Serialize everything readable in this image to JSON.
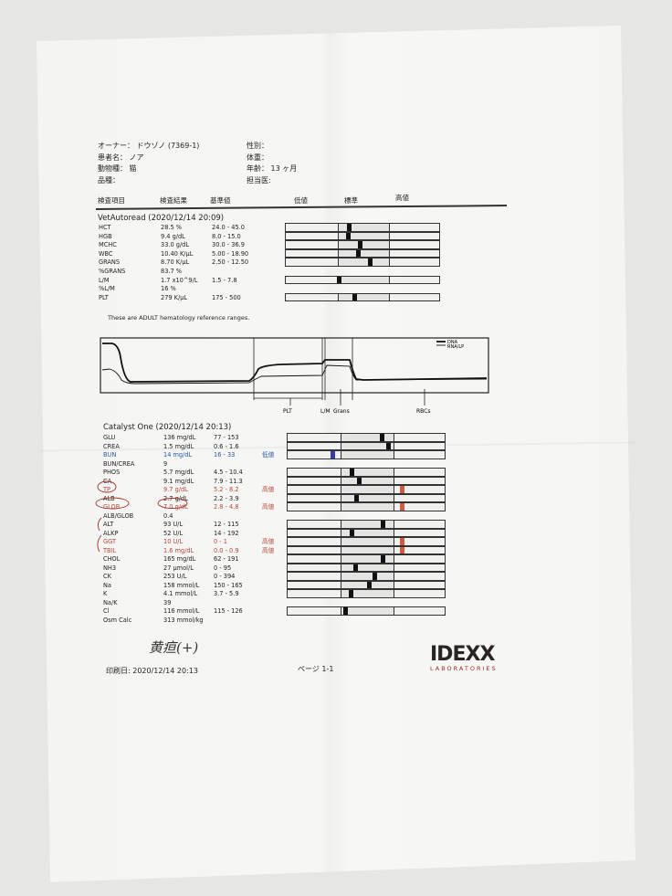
{
  "patient": {
    "owner_label": "オーナー：",
    "owner": "ドウゾノ (7369-1)",
    "name_label": "患者名：",
    "name": "ノア",
    "species_label": "動物種：",
    "species": "猫",
    "breed_label": "品種：",
    "sex_label": "性別：",
    "weight_label": "体重：",
    "age_label": "年齢：",
    "age": "13 ヶ月",
    "doctor_label": "担当医:"
  },
  "columns": {
    "item": "検査項目",
    "result": "検査結果",
    "reference": "基準値",
    "low": "低値",
    "normal": "標準",
    "high": "高値"
  },
  "hematology": {
    "title": "VetAutoread (2020/12/14 20:09)",
    "rows": [
      {
        "name": "HCT",
        "result": "28.5 %",
        "range": "24.0 - 45.0",
        "value": 28.5,
        "lo": 24.0,
        "hi": 45.0
      },
      {
        "name": "HGB",
        "result": "9.4 g/dL",
        "range": "8.0 - 15.0",
        "value": 9.4,
        "lo": 8.0,
        "hi": 15.0
      },
      {
        "name": "MCHC",
        "result": "33.0 g/dL",
        "range": "30.0 - 36.9",
        "value": 33.0,
        "lo": 30.0,
        "hi": 36.9
      },
      {
        "name": "WBC",
        "result": "10.40 K/µL",
        "range": "5.00 - 18.90",
        "value": 10.4,
        "lo": 5.0,
        "hi": 18.9
      },
      {
        "name": "GRANS",
        "result": "8.70 K/µL",
        "range": "2.50 - 12.50",
        "value": 8.7,
        "lo": 2.5,
        "hi": 12.5
      },
      {
        "name": "%GRANS",
        "result": "83.7 %",
        "range": ""
      },
      {
        "name": "L/M",
        "result": "1.7 x10^9/L",
        "range": "1.5 - 7.8",
        "value": 1.7,
        "lo": 1.5,
        "hi": 7.8
      },
      {
        "name": "%L/M",
        "result": "16 %",
        "range": ""
      },
      {
        "name": "PLT",
        "result": "279 K/µL",
        "range": "175 - 500",
        "value": 279,
        "lo": 175,
        "hi": 500
      }
    ],
    "note": "These are ADULT hematology reference ranges."
  },
  "histogram": {
    "legend": [
      "DNA",
      "RNA/LP"
    ],
    "labels": [
      "PLT",
      "L/M",
      "Grans",
      "RBCs"
    ]
  },
  "chemistry": {
    "title": "Catalyst One (2020/12/14 20:13)",
    "rows": [
      {
        "name": "GLU",
        "result": "136 mg/dL",
        "range": "77 - 153",
        "value": 136,
        "lo": 77,
        "hi": 153
      },
      {
        "name": "CREA",
        "result": "1.5 mg/dL",
        "range": "0.6 - 1.6",
        "value": 1.5,
        "lo": 0.6,
        "hi": 1.6
      },
      {
        "name": "BUN",
        "result": "14 mg/dL",
        "range": "16 - 33",
        "flag": "低値",
        "status": "low",
        "value": 14,
        "lo": 16,
        "hi": 33
      },
      {
        "name": "BUN/CREA",
        "result": "9",
        "range": ""
      },
      {
        "name": "PHOS",
        "result": "5.7 mg/dL",
        "range": "4.5 - 10.4",
        "value": 5.7,
        "lo": 4.5,
        "hi": 10.4
      },
      {
        "name": "CA",
        "result": "9.1 mg/dL",
        "range": "7.9 - 11.3",
        "value": 9.1,
        "lo": 7.9,
        "hi": 11.3
      },
      {
        "name": "TP",
        "result": "9.7 g/dL",
        "range": "5.2 - 8.2",
        "flag": "高値",
        "status": "high",
        "value": 9.7,
        "lo": 5.2,
        "hi": 8.2
      },
      {
        "name": "ALB",
        "result": "2.7 g/dL",
        "range": "2.2 - 3.9",
        "value": 2.7,
        "lo": 2.2,
        "hi": 3.9
      },
      {
        "name": "GLOB",
        "result": "7.0 g/dL",
        "range": "2.8 - 4.8",
        "flag": "高値",
        "status": "high",
        "value": 7.0,
        "lo": 2.8,
        "hi": 4.8
      },
      {
        "name": "ALB/GLOB",
        "result": "0.4",
        "range": ""
      },
      {
        "name": "ALT",
        "result": "93 U/L",
        "range": "12 - 115",
        "value": 93,
        "lo": 12,
        "hi": 115
      },
      {
        "name": "ALKP",
        "result": "52 U/L",
        "range": "14 - 192",
        "value": 52,
        "lo": 14,
        "hi": 192
      },
      {
        "name": "GGT",
        "result": "10 U/L",
        "range": "0 - 1",
        "flag": "高値",
        "status": "high",
        "value": 10,
        "lo": 0,
        "hi": 1
      },
      {
        "name": "TBIL",
        "result": "1.6 mg/dL",
        "range": "0.0 - 0.9",
        "flag": "高値",
        "status": "high",
        "value": 1.6,
        "lo": 0.0,
        "hi": 0.9
      },
      {
        "name": "CHOL",
        "result": "165 mg/dL",
        "range": "62 - 191",
        "value": 165,
        "lo": 62,
        "hi": 191
      },
      {
        "name": "NH3",
        "result": "27 µmol/L",
        "range": "0 - 95",
        "value": 27,
        "lo": 0,
        "hi": 95
      },
      {
        "name": "CK",
        "result": "253 U/L",
        "range": "0 - 394",
        "value": 253,
        "lo": 0,
        "hi": 394
      },
      {
        "name": "Na",
        "result": "158 mmol/L",
        "range": "150 - 165",
        "value": 158,
        "lo": 150,
        "hi": 165
      },
      {
        "name": "K",
        "result": "4.1 mmol/L",
        "range": "3.7 - 5.9",
        "value": 4.1,
        "lo": 3.7,
        "hi": 5.9
      },
      {
        "name": "Na/K",
        "result": "39",
        "range": ""
      },
      {
        "name": "Cl",
        "result": "116 mmol/L",
        "range": "115 - 126",
        "value": 116,
        "lo": 115,
        "hi": 126
      },
      {
        "name": "Osm Calc",
        "result": "313 mmol/kg",
        "range": ""
      }
    ]
  },
  "handwritten_note": "黄疸(+)",
  "footer": {
    "printed_label": "印刷日:",
    "printed": "2020/12/14 20:13",
    "page": "ページ 1-1"
  },
  "logo": {
    "name": "IDEXX",
    "sub": "LABORATORIES"
  },
  "colors": {
    "low": "#3a3aa8",
    "high": "#d05a44",
    "normal": "#111111",
    "pen": "#a0302a"
  }
}
